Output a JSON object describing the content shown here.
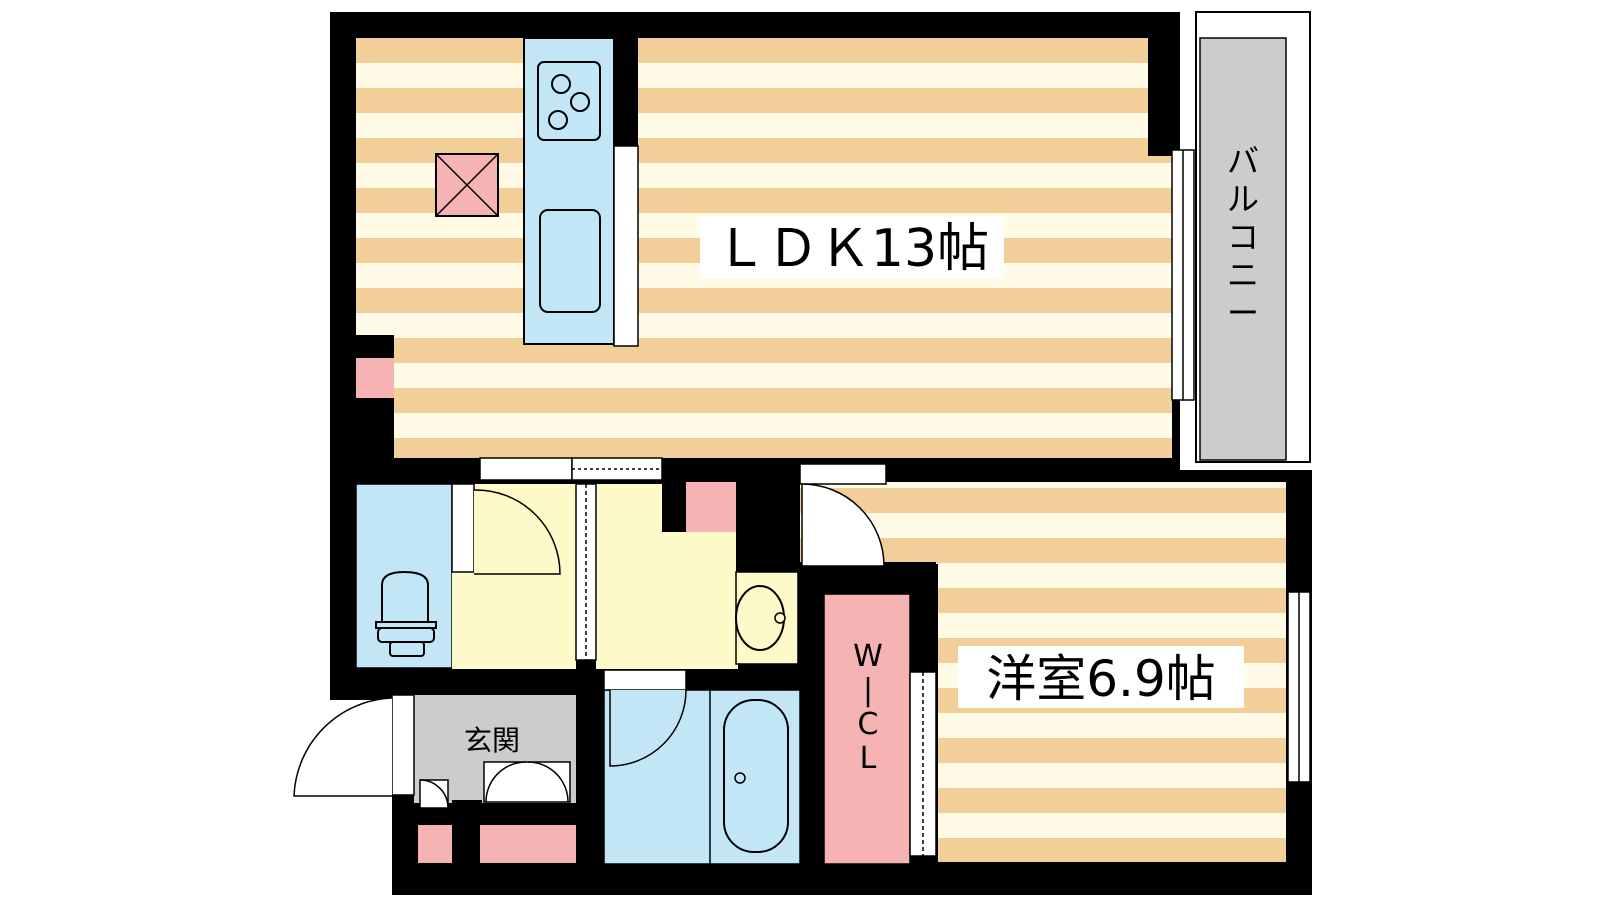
{
  "floorplan": {
    "rooms": {
      "ldk": {
        "label": "ＬＤＫ13帖"
      },
      "western_room": {
        "label": "洋室6.9帖"
      },
      "entrance": {
        "label": "玄関"
      },
      "walk_in_closet": {
        "label": "W\n|\nC\nL",
        "lines": [
          "W",
          "|",
          "C",
          "L"
        ]
      },
      "balcony": {
        "label": "バルコニー",
        "chars": [
          "バ",
          "ル",
          "コ",
          "ニ",
          "ー"
        ]
      }
    }
  },
  "colors": {
    "wall": "#000000",
    "floor_stripe": "#f2ce98",
    "floor_base": "#fffbe6",
    "wet_area": "#c3e6f7",
    "hall": "#fdf9c8",
    "storage": "#f6b3b3",
    "entrance_floor": "#cccccc",
    "balcony": "#cccccc"
  }
}
